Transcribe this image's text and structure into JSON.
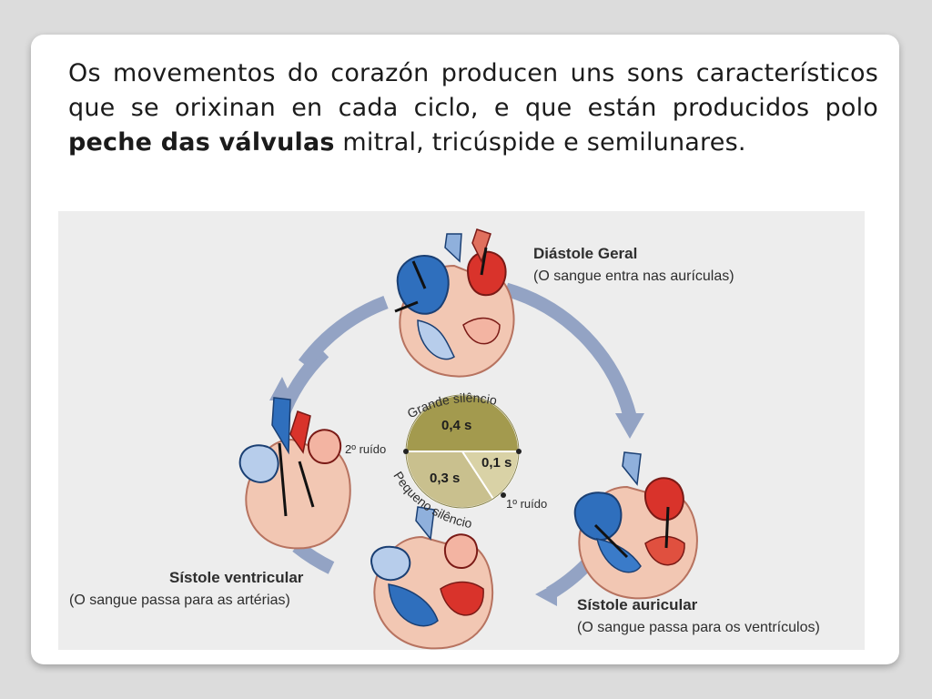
{
  "paragraph": {
    "before_bold": "Os movementos do corazón producen uns sons característicos  que se orixinan en cada ciclo, e que están producidos polo ",
    "bold": "peche das válvulas",
    "after_bold": " mitral, tricúspide e semilunares."
  },
  "diagram": {
    "phases": {
      "diastole": {
        "title": "Diástole Geral",
        "subtitle": "(O sangue entra nas aurículas)"
      },
      "atrial_systole": {
        "title": "Sístole auricular",
        "subtitle": "(O sangue passa para os ventrículos)"
      },
      "ventricular_systole": {
        "title": "Sístole ventricular",
        "subtitle": "(O sangue passa para as artérias)"
      }
    },
    "timer": {
      "big_silence_label": "Grande silêncio",
      "small_silence_label": "Pequeno silêncio",
      "big_silence_value": "0,4 s",
      "transition_value": "0,1 s",
      "small_silence_value": "0,3 s",
      "first_sound": "1º ruído",
      "second_sound": "2º ruído"
    },
    "colors": {
      "cycle_arrow": "#93a3c4",
      "big_silence_fill": "#a39a4e",
      "small_silence_fill": "#c9c08e",
      "deoxygenated_blood": "#2f6fbd",
      "oxygenated_blood": "#d9332b",
      "heart_tissue": "#f2c7b3"
    }
  }
}
